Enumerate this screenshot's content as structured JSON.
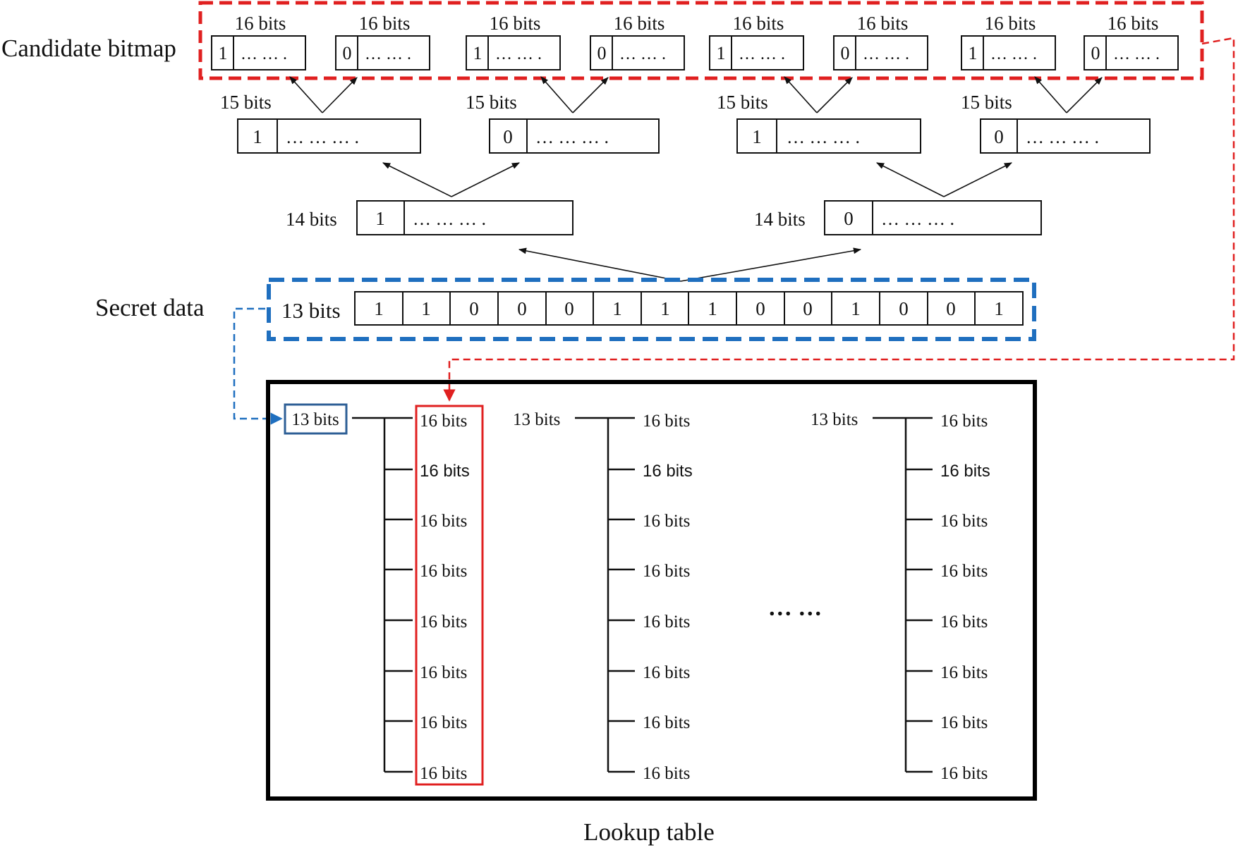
{
  "labels": {
    "candidate_bitmap": "Candidate bitmap",
    "secret_data": "Secret data",
    "lookup_table": "Lookup table",
    "ellipsis": "… …"
  },
  "candidate_bitmap": {
    "width_label": "16 bits",
    "first_bits": [
      "1",
      "0",
      "1",
      "0",
      "1",
      "0",
      "1",
      "0"
    ],
    "tail": "… … ."
  },
  "level15": {
    "width_label": "15 bits",
    "first_bits": [
      "1",
      "0",
      "1",
      "0"
    ],
    "tail": "… … … ."
  },
  "level14": {
    "width_label": "14 bits",
    "first_bits": [
      "1",
      "0"
    ],
    "tail": "… … … ."
  },
  "secret": {
    "width_label": "13 bits",
    "bits": [
      "1",
      "1",
      "0",
      "0",
      "0",
      "1",
      "1",
      "1",
      "0",
      "0",
      "1",
      "0",
      "0",
      "1"
    ]
  },
  "lookup": {
    "columns": [
      {
        "key": "13 bits",
        "entries": [
          "16 bits",
          "16 bits",
          "16 bits",
          "16 bits",
          "16 bits",
          "16 bits",
          "16 bits",
          "16 bits"
        ]
      },
      {
        "key": "13 bits",
        "entries": [
          "16 bits",
          "16 bits",
          "16 bits",
          "16 bits",
          "16 bits",
          "16 bits",
          "16 bits",
          "16 bits"
        ]
      },
      {
        "key": "13 bits",
        "entries": [
          "16 bits",
          "16 bits",
          "16 bits",
          "16 bits",
          "16 bits",
          "16 bits",
          "16 bits",
          "16 bits"
        ]
      }
    ]
  },
  "colors": {
    "red_highlight": "#e02020",
    "blue_highlight": "#1f6fbf",
    "blue_key_box": "#2e5f96"
  }
}
